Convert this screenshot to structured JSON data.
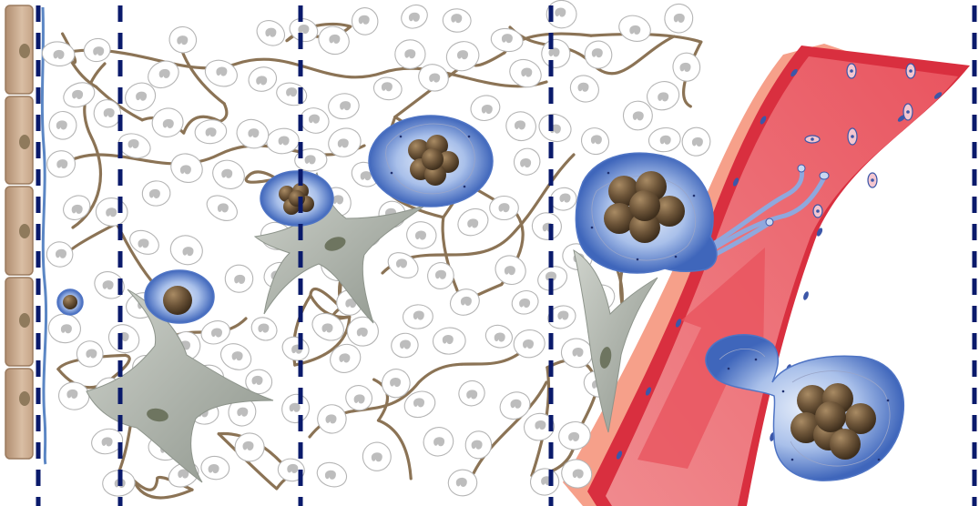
{
  "figure": {
    "description_text": "",
    "colors": {
      "background": "#ffffff",
      "epithelium": "#c9a98c",
      "epithelium_nucleus": "#8f7a5c",
      "basement_membrane": "#5b86c4",
      "fiber": "#8b7355",
      "stroma_cell_outline": "#b5b5b5",
      "stroma_cell_nucleus": "#bdbdbd",
      "fibroblast": "#a8ada6",
      "fibroblast_nucleus": "#6e7560",
      "tumor_capsule": "#4f74c4",
      "tumor_capsule_light": "#c7d6f0",
      "tumor_cluster": "#6b553c",
      "vessel_wall": "#d92f3f",
      "vessel_lumen": "#ef7378",
      "vessel_outer": "#f6a08a",
      "vessel_cell": "#3c57a8",
      "divider": "#0a1a6b"
    },
    "icons": {
      "epithelial_layer": "epithelium",
      "basement_membrane": "membrane-line",
      "collagen_fibers": "fiber-network",
      "stromal_cells": "cell",
      "fibroblasts": "fibroblast-star",
      "tumor_clusters": "cell-cluster",
      "blood_vessel": "vessel",
      "circulating_cells": "blood-cell",
      "stage_dividers": "dashed-line"
    }
  }
}
